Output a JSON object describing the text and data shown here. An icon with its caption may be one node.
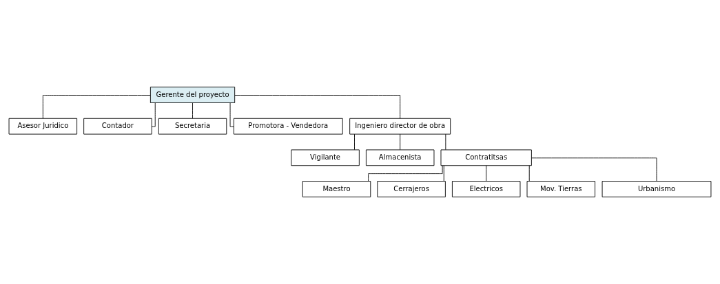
{
  "diagram": {
    "nodes": [
      {
        "text": [
          "Gerente del proyecto"
        ]
      },
      {
        "text": [
          "Asesor Juridico"
        ]
      },
      {
        "text": [
          "Contador"
        ]
      },
      {
        "text": [
          "Secretaria"
        ]
      },
      {
        "text": [
          "Promotora - Vendedora"
        ]
      },
      {
        "text": [
          "Ingeniero director de obra"
        ]
      },
      {
        "text": [
          "Vigilante"
        ]
      },
      {
        "text": [
          "Almacenista"
        ]
      },
      {
        "text": [
          "Contratitsas"
        ]
      },
      {
        "text": [
          "Maestro"
        ]
      },
      {
        "text": [
          "Cerrajeros"
        ]
      },
      {
        "text": [
          "Electricos"
        ]
      },
      {
        "text": [
          "Mov. Tierras"
        ]
      },
      {
        "text": [
          "Urbanismo"
        ]
      }
    ],
    "edges": [
      {
        "from": 0,
        "to": 1,
        "arrow": "none"
      },
      {
        "from": 0,
        "to": 2,
        "arrow": "none"
      },
      {
        "from": 0,
        "to": 3,
        "arrow": "none"
      },
      {
        "from": 0,
        "to": 4,
        "arrow": "none"
      },
      {
        "from": 0,
        "to": 5,
        "arrow": "none"
      },
      {
        "from": 5,
        "to": 6,
        "arrow": "none"
      },
      {
        "from": 5,
        "to": 7,
        "arrow": "none"
      },
      {
        "from": 5,
        "to": 8,
        "arrow": "none"
      },
      {
        "from": 8,
        "to": 9,
        "arrow": "none"
      },
      {
        "from": 8,
        "to": 10,
        "arrow": "none"
      },
      {
        "from": 8,
        "to": 11,
        "arrow": "none"
      },
      {
        "from": 8,
        "to": 12,
        "arrow": "none"
      },
      {
        "from": 8,
        "to": 13,
        "arrow": "none"
      }
    ]
  }
}
